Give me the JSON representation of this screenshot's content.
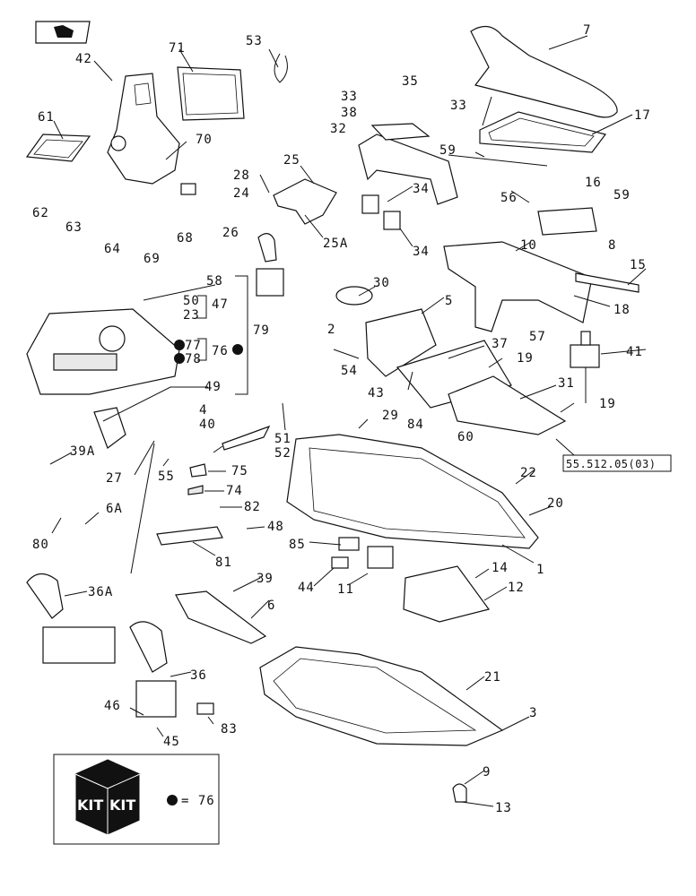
{
  "callouts": {
    "c1": "1",
    "c2": "2",
    "c3": "3",
    "c4": "4",
    "c5": "5",
    "c6": "6",
    "c6a": "6A",
    "c7": "7",
    "c8": "8",
    "c9": "9",
    "c10": "10",
    "c11": "11",
    "c12": "12",
    "c13": "13",
    "c14": "14",
    "c15": "15",
    "c16": "16",
    "c17": "17",
    "c18": "18",
    "c19a": "19",
    "c19b": "19",
    "c20": "20",
    "c21": "21",
    "c22": "22",
    "c23": "23",
    "c24": "24",
    "c25": "25",
    "c25a": "25A",
    "c26": "26",
    "c27": "27",
    "c28": "28",
    "c29": "29",
    "c30": "30",
    "c31": "31",
    "c32": "32",
    "c33a": "33",
    "c33b": "33",
    "c34a": "34",
    "c34b": "34",
    "c35": "35",
    "c36": "36",
    "c36a": "36A",
    "c37": "37",
    "c38": "38",
    "c39": "39",
    "c39a": "39A",
    "c40": "40",
    "c41": "41",
    "c42": "42",
    "c43": "43",
    "c44": "44",
    "c45": "45",
    "c46": "46",
    "c47": "47",
    "c48": "48",
    "c49": "49",
    "c50": "50",
    "c51": "51",
    "c52": "52",
    "c53": "53",
    "c54": "54",
    "c55": "55",
    "c56": "56",
    "c57": "57",
    "c58": "58",
    "c59a": "59",
    "c59b": "59",
    "c60": "60",
    "c61": "61",
    "c62": "62",
    "c63": "63",
    "c64": "64",
    "c68": "68",
    "c69": "69",
    "c70": "70",
    "c71": "71",
    "c74": "74",
    "c75": "75",
    "c76": "76",
    "c77": "77",
    "c78": "78",
    "c79": "79",
    "c80": "80",
    "c81": "81",
    "c82": "82",
    "c83": "83",
    "c84": "84",
    "c85": "85"
  },
  "reference": "55.512.05(03)",
  "kit_legend": {
    "kit_word": "KIT",
    "equals_value": "= 76"
  },
  "colors": {
    "line": "#111111",
    "background": "#ffffff"
  }
}
